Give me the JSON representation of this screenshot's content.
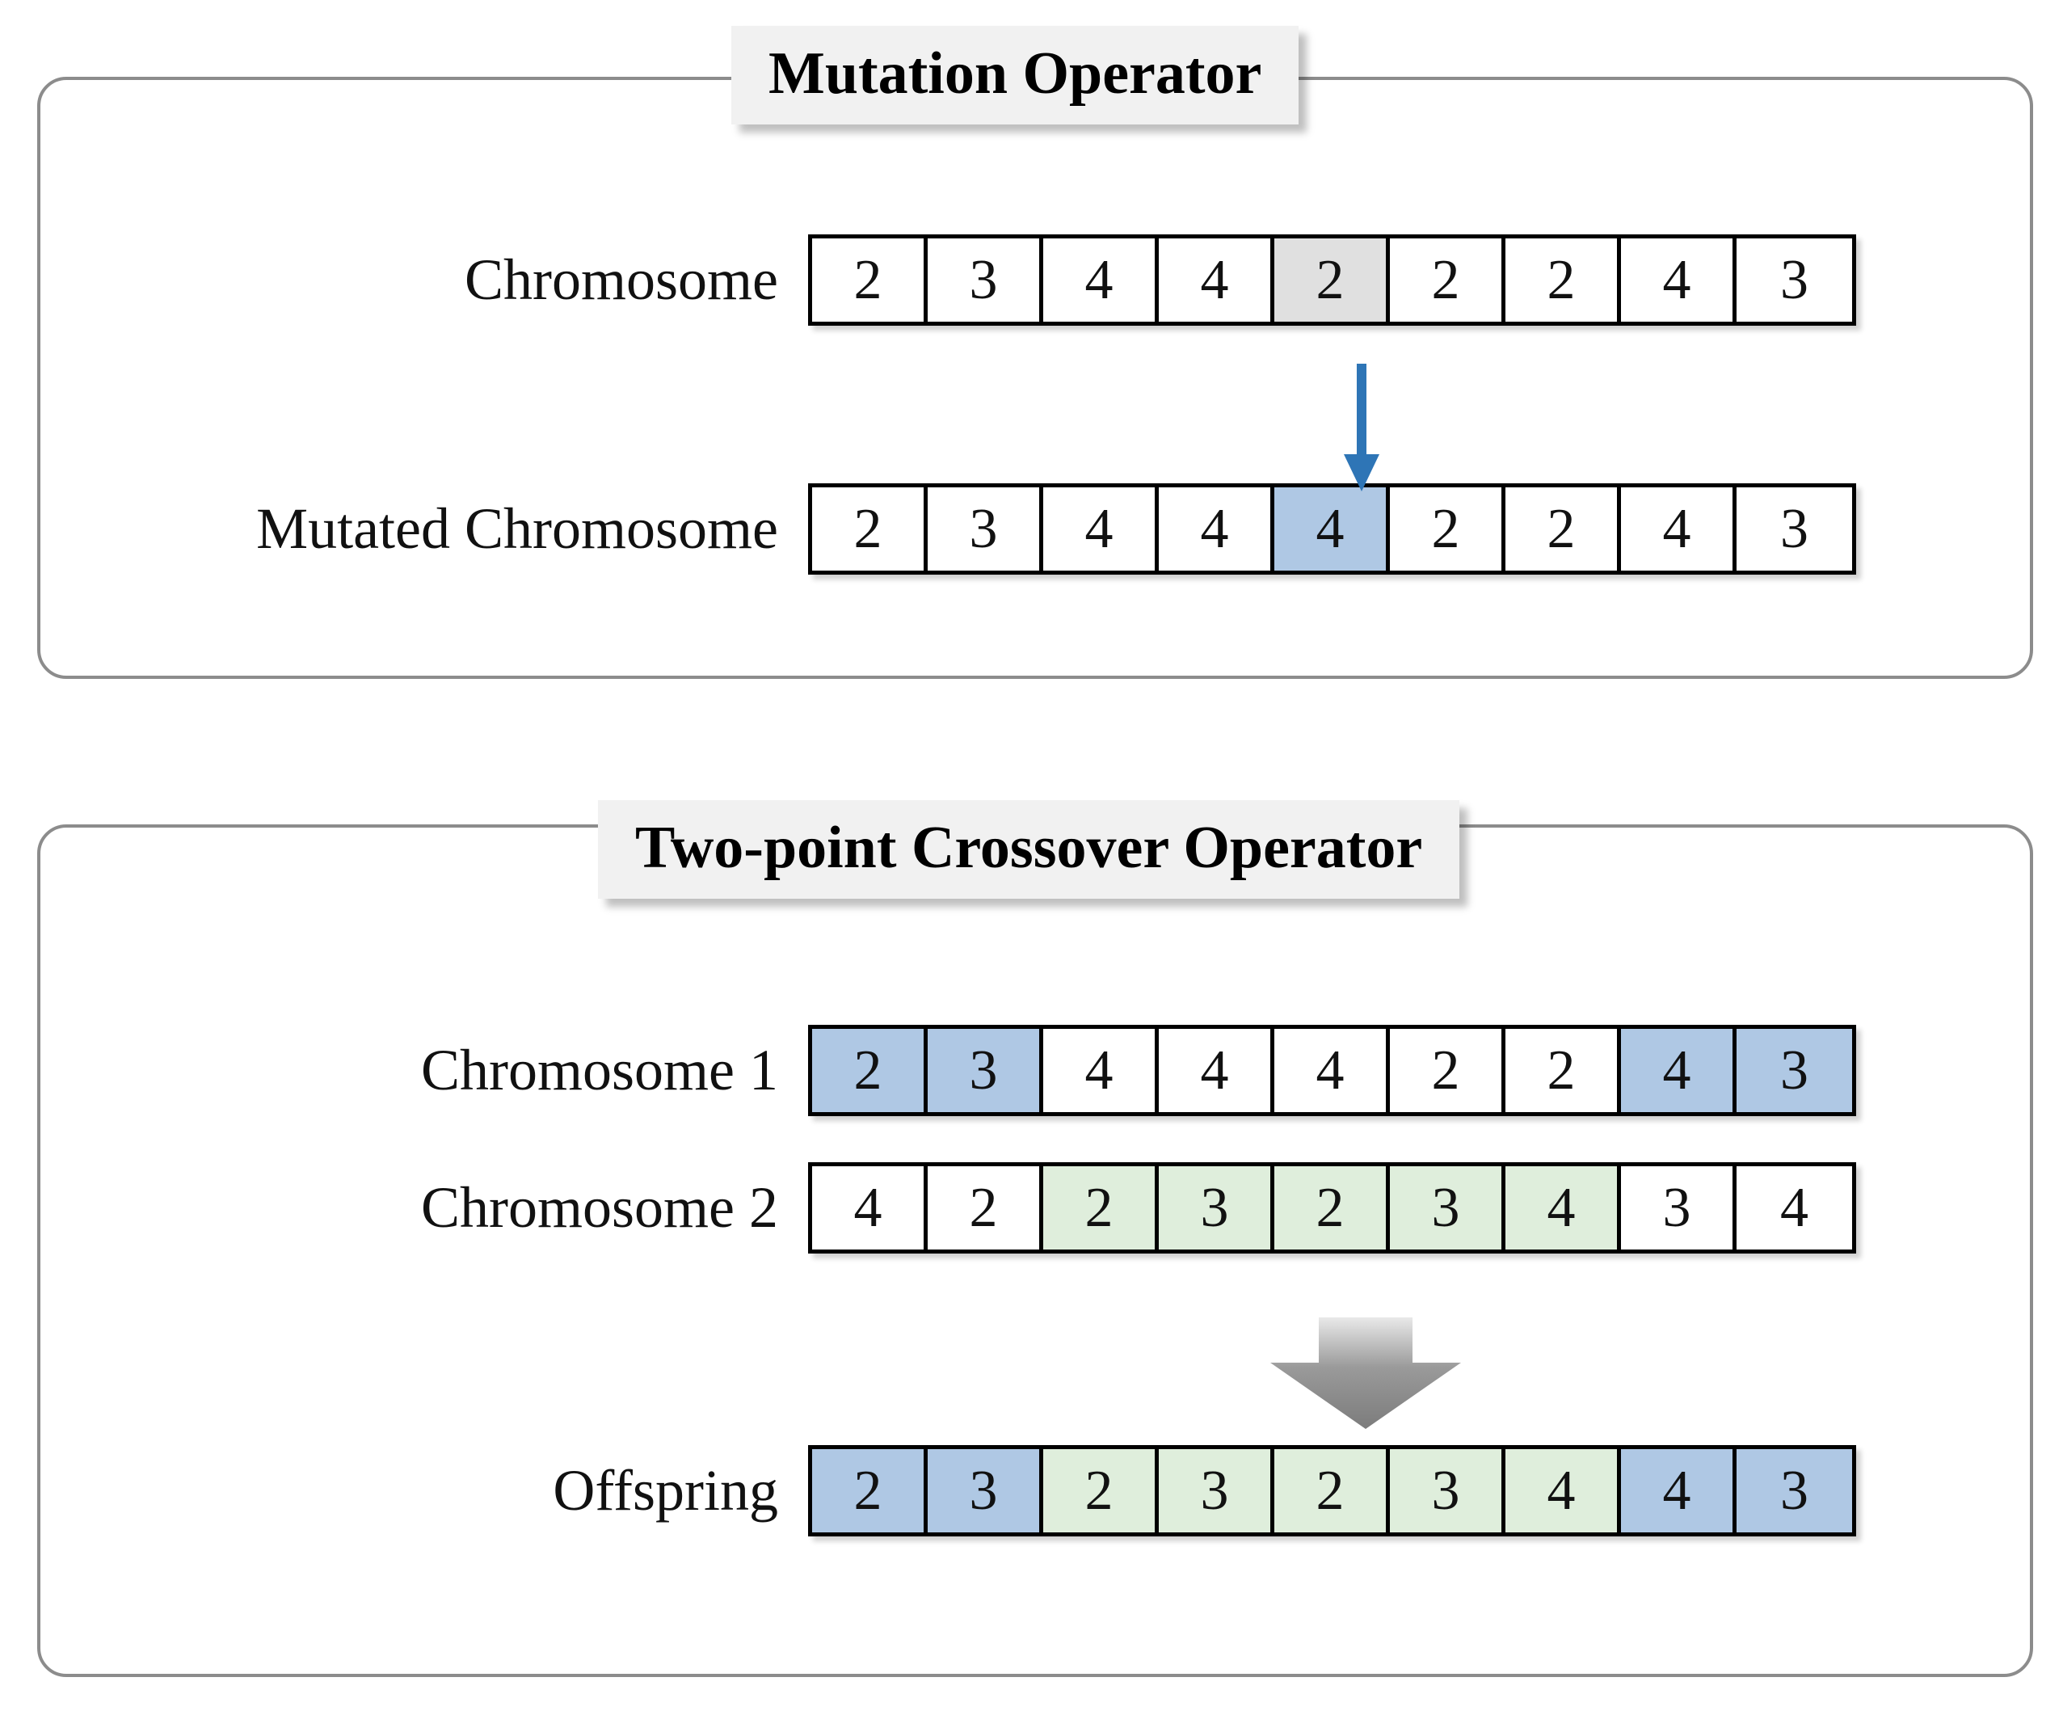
{
  "figure": {
    "caption_absent": true
  },
  "panels": [
    {
      "id": "mutation",
      "title": "Mutation Operator",
      "rows": [
        {
          "label": "Chromosome",
          "genes": [
            "2",
            "3",
            "4",
            "4",
            "2",
            "2",
            "2",
            "4",
            "3"
          ],
          "highlights": [
            "none",
            "none",
            "none",
            "none",
            "gray",
            "none",
            "none",
            "none",
            "none"
          ]
        },
        {
          "label": "Mutated Chromosome",
          "genes": [
            "2",
            "3",
            "4",
            "4",
            "4",
            "2",
            "2",
            "4",
            "3"
          ],
          "highlights": [
            "none",
            "none",
            "none",
            "none",
            "blue",
            "none",
            "none",
            "none",
            "none"
          ]
        }
      ],
      "arrow": {
        "name": "mutation-arrow",
        "direction": "down",
        "color": "#2E75B6"
      }
    },
    {
      "id": "crossover",
      "title": "Two-point Crossover Operator",
      "rows": [
        {
          "label": "Chromosome 1",
          "genes": [
            "2",
            "3",
            "4",
            "4",
            "4",
            "2",
            "2",
            "4",
            "3"
          ],
          "highlights": [
            "blue",
            "blue",
            "none",
            "none",
            "none",
            "none",
            "none",
            "blue",
            "blue"
          ]
        },
        {
          "label": "Chromosome 2",
          "genes": [
            "4",
            "2",
            "2",
            "3",
            "2",
            "3",
            "4",
            "3",
            "4"
          ],
          "highlights": [
            "none",
            "none",
            "green",
            "green",
            "green",
            "green",
            "green",
            "none",
            "none"
          ]
        },
        {
          "label": "Offspring",
          "genes": [
            "2",
            "3",
            "2",
            "3",
            "2",
            "3",
            "4",
            "4",
            "3"
          ],
          "highlights": [
            "blue",
            "blue",
            "green",
            "green",
            "green",
            "green",
            "green",
            "blue",
            "blue"
          ]
        }
      ],
      "arrow": {
        "name": "crossover-arrow",
        "direction": "down",
        "color": "#808080"
      }
    }
  ],
  "colors": {
    "highlight_gray": "#E0E0E0",
    "highlight_blue": "#AFC8E4",
    "highlight_green": "#DFEEDC",
    "arrow_blue": "#2E75B6",
    "arrow_gray": "#808080",
    "panel_border": "#8C8C8C",
    "cell_border": "#000000",
    "title_background": "#F1F1F1"
  }
}
